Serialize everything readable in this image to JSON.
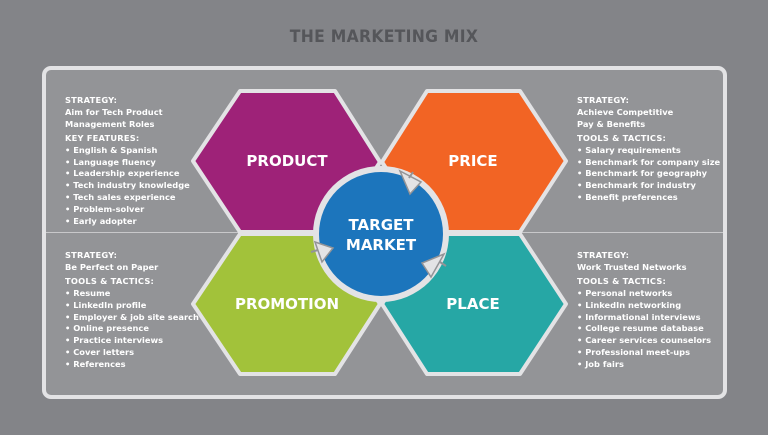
{
  "title": "THE MARKETING MIX",
  "colors": {
    "background": "#838488",
    "panel": "#939497",
    "frame_border": "#e3e3e5",
    "product": "#9e2278",
    "price": "#f26424",
    "promotion": "#a2c23a",
    "place": "#26a7a5",
    "target_market": "#1c75bc",
    "ring": "#e3e3e5"
  },
  "center": {
    "line1": "TARGET",
    "line2": "MARKET",
    "icon": "cycle-arrows-icon"
  },
  "quadrants": {
    "product": {
      "label": "PRODUCT",
      "strategy_heading": "STRATEGY:",
      "strategy_line1": "Aim for Tech Product",
      "strategy_line2": "Management Roles",
      "list_heading": "KEY FEATURES:",
      "items": [
        "English & Spanish",
        "Language fluency",
        "Leadership experience",
        "Tech industry knowledge",
        "Tech sales experience",
        "Problem-solver",
        "Early adopter"
      ]
    },
    "price": {
      "label": "PRICE",
      "strategy_heading": "STRATEGY:",
      "strategy_line1": "Achieve Competitive",
      "strategy_line2": "Pay & Benefits",
      "list_heading": "TOOLS & TACTICS:",
      "items": [
        "Salary requirements",
        "Benchmark for company size",
        "Benchmark for geography",
        "Benchmark for industry",
        "Benefit preferences"
      ]
    },
    "promotion": {
      "label": "PROMOTION",
      "strategy_heading": "STRATEGY:",
      "strategy_line1": "Be Perfect on Paper",
      "list_heading": "TOOLS & TACTICS:",
      "items": [
        "Resume",
        "LinkedIn profile",
        "Employer & job site search",
        "Online presence",
        "Practice interviews",
        "Cover letters",
        "References"
      ]
    },
    "place": {
      "label": "PLACE",
      "strategy_heading": "STRATEGY:",
      "strategy_line1": "Work Trusted Networks",
      "list_heading": "TOOLS & TACTICS:",
      "items": [
        "Personal networks",
        "LinkedIn networking",
        "Informational interviews",
        "College resume database",
        "Career services counselors",
        "Professional meet-ups",
        "Job fairs"
      ]
    }
  }
}
